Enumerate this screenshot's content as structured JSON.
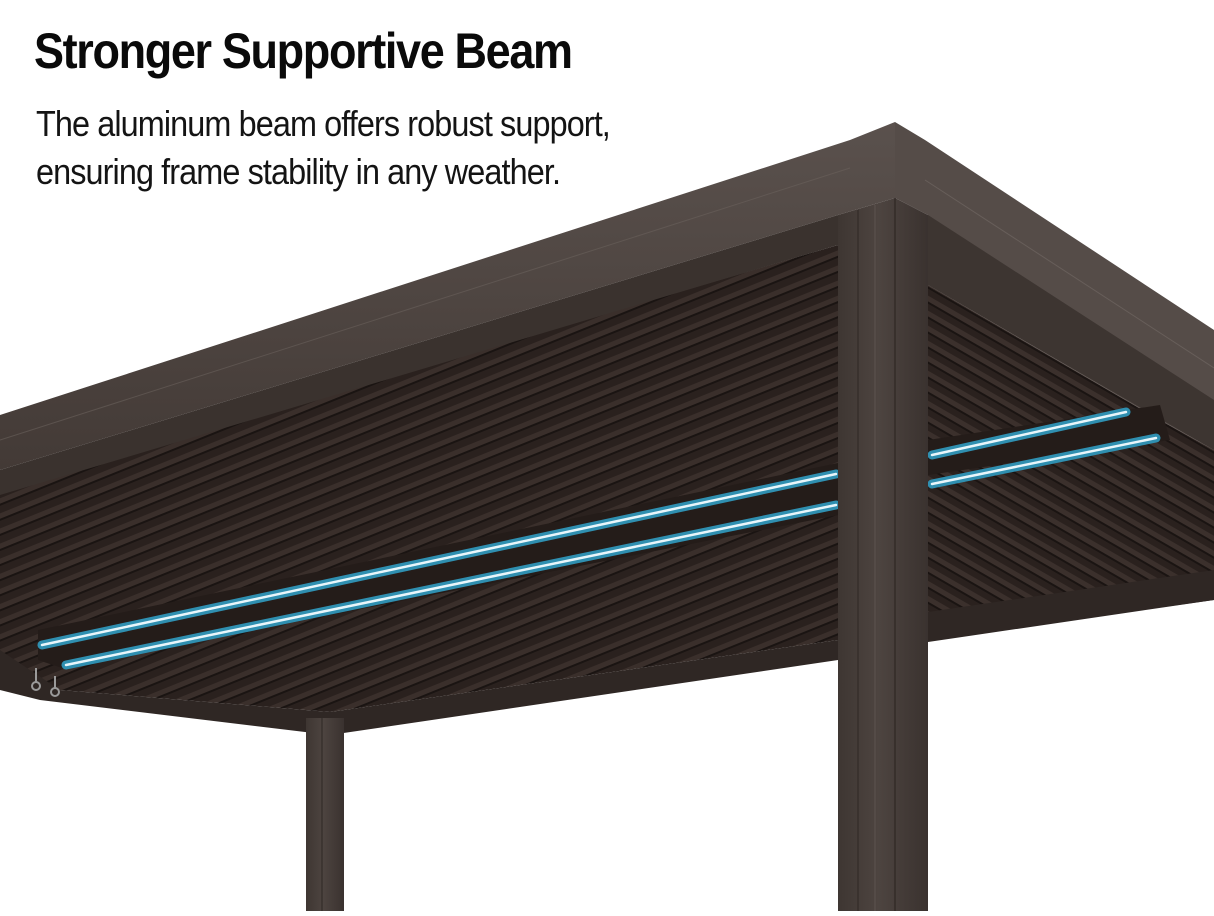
{
  "hero": {
    "title": "Stronger Supportive Beam",
    "description_line_1": "The aluminum beam offers robust support,",
    "description_line_2": "ensuring frame stability in any weather."
  },
  "illustration": {
    "subject": "louvered-pergola-underside",
    "frame_color": "#4a413d",
    "louver_color": "#2b221f",
    "highlight_color": "#2f8fb0",
    "highlight_core_color": "#e8f6fb",
    "background_color": "#ffffff"
  }
}
